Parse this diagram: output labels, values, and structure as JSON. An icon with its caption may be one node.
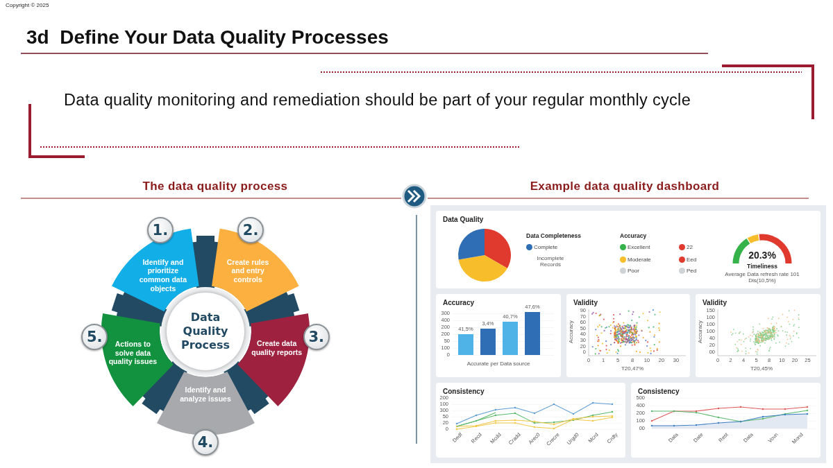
{
  "diagram": {
    "title": "3d  Define Your Data Quality Processes",
    "nodes": [
      {
        "text": [
          "1.",
          "Identify and prioritize common data objects"
        ]
      },
      {
        "text": [
          "2.",
          "Create rules and entry controls"
        ]
      },
      {
        "text": [
          "3.",
          "Create data quality reports"
        ]
      },
      {
        "text": [
          "Identify and analyze issues",
          "4."
        ]
      },
      {
        "text": [
          "5.",
          "Actions to solve data quality issues"
        ]
      },
      {
        "text": [
          "Data Quality Process"
        ]
      }
    ],
    "labels": [
      "Copyright © 2025",
      "Data quality monitoring and remediation should be part of your regular monthly cycle",
      "The data quality process",
      "Example data quality dashboard",
      "Data Quality",
      "Data Completeness",
      "Accuracy",
      "Incomplete Records",
      "20.3%",
      "Timeliness",
      "Average Data refresh rate 101 Dis(10,5%)",
      "Accuracy",
      "300",
      "400",
      "200",
      "200",
      "50",
      "100",
      "0",
      "41,5%",
      "3,4%",
      "40,7%",
      "47,6%",
      "Accurate per Data source",
      "Validity",
      "90",
      "70",
      "60",
      "50",
      "40",
      "30",
      "20",
      "0",
      "Accuracy",
      "0",
      "1",
      "5",
      "8",
      "10",
      "20",
      "30",
      "T20,47%",
      "Validity",
      "150",
      "100",
      "100",
      "100",
      "40",
      "20",
      "00",
      "Accuracy",
      "0",
      "2",
      "4",
      "5",
      "8",
      "10",
      "20",
      "25",
      "T20,45%",
      "Consistency",
      "200",
      "100",
      "300",
      "50",
      "20",
      "0",
      "Dedf",
      "Recd",
      "Mcdd",
      "Cradd",
      "Arec0",
      "Crecre",
      "Urgd0",
      "Mcrd",
      "Crdty",
      "Consistency",
      "500",
      "400",
      "200",
      "100",
      "00",
      "Data",
      "Date",
      "Rest",
      "Data",
      "Vovn",
      "Mond"
    ],
    "legend": [
      {
        "text": "Complete",
        "color": "#2f6db5"
      },
      {
        "text": "Excellent",
        "color": "#35b34a"
      },
      {
        "text": "22",
        "color": "#e03a2f"
      },
      {
        "text": "Moderate",
        "color": "#f7bd2b"
      },
      {
        "text": "Eed",
        "color": "#e03a2f"
      },
      {
        "text": "Poor",
        "color": "#cfd3d6"
      },
      {
        "text": "Ped",
        "color": "#cfd3d6"
      }
    ]
  }
}
